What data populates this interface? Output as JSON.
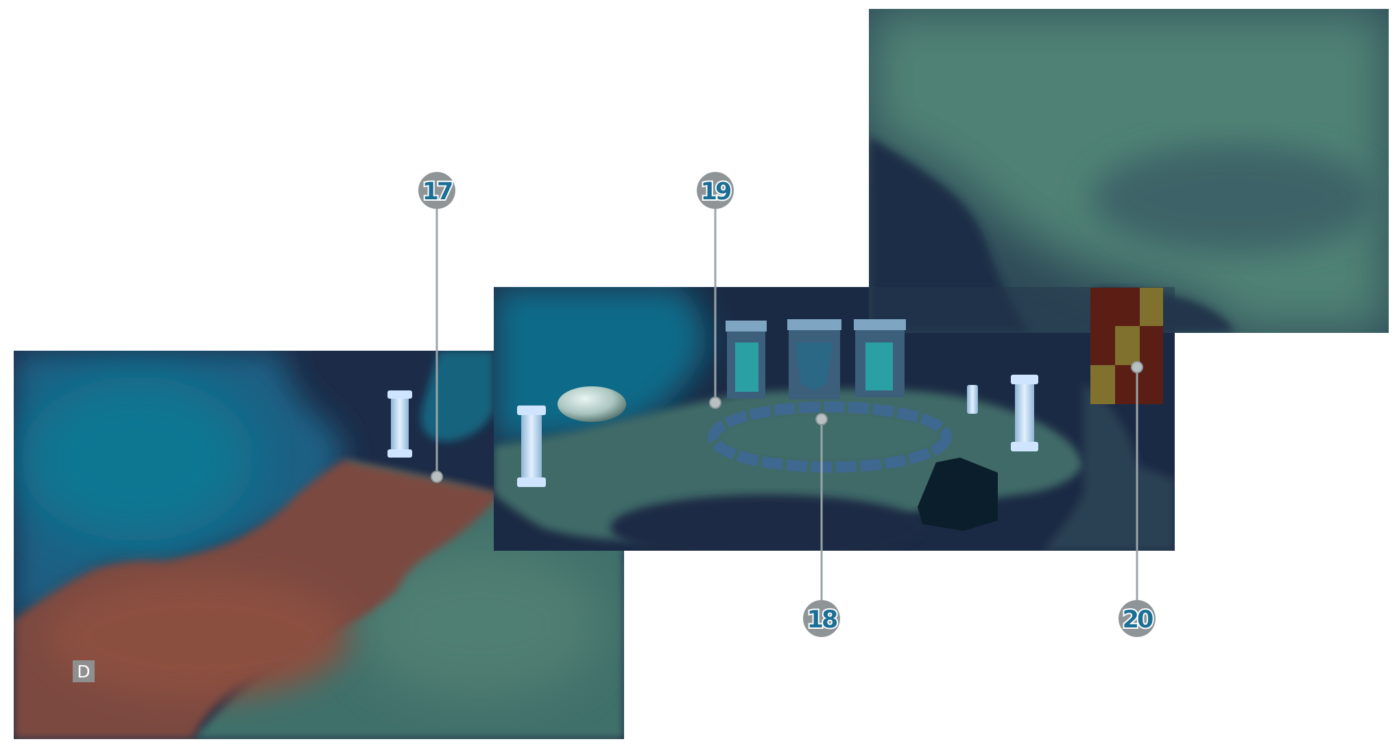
{
  "map": {
    "zone_label": "D",
    "callouts": [
      {
        "id": "17"
      },
      {
        "id": "19"
      },
      {
        "id": "18"
      },
      {
        "id": "20"
      }
    ]
  }
}
